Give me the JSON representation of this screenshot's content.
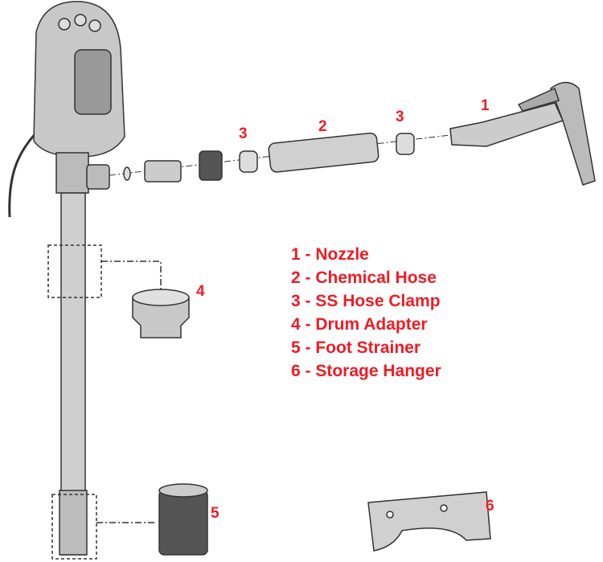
{
  "colors": {
    "label": "#ee1c25",
    "part_fill": "#c8c8c8",
    "outline": "#333333"
  },
  "callouts": {
    "nozzle": "1",
    "hose": "2",
    "clamp_left": "3",
    "clamp_right": "3",
    "drum_adapter": "4",
    "foot_strainer": "5",
    "storage_hanger": "6"
  },
  "legend": [
    "1 - Nozzle",
    "2 - Chemical Hose",
    "3 - SS Hose Clamp",
    "4 - Drum Adapter",
    "5 - Foot Strainer",
    "6 - Storage Hanger"
  ]
}
